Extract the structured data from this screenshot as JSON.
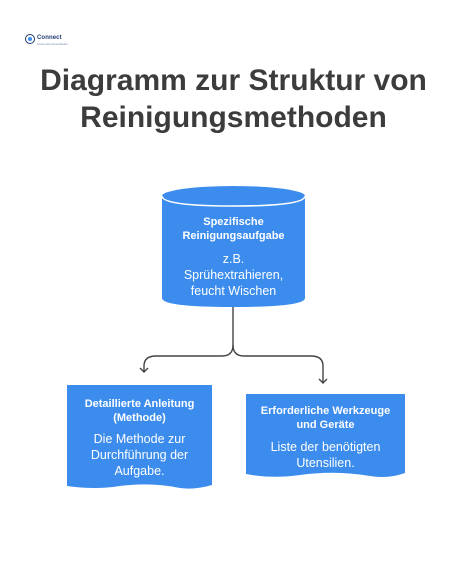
{
  "brand": {
    "name": "Connect",
    "tagline": "Unternehmenssoftware"
  },
  "title": {
    "line1": "Diagramm zur Struktur von",
    "line2": "Reinigungsmethoden"
  },
  "nodes": {
    "top": {
      "heading_line1": "Spezifische",
      "heading_line2": "Reinigungsaufgabe",
      "body_line1": "z.B.",
      "body_line2": "Sprühextrahieren,",
      "body_line3": "feucht Wischen"
    },
    "left": {
      "heading_line1": "Detaillierte Anleitung",
      "heading_line2": "(Methode)",
      "body_line1": "Die Methode zur",
      "body_line2": "Durchführung der",
      "body_line3": "Aufgabe."
    },
    "right": {
      "heading_line1": "Erforderliche Werkzeuge",
      "heading_line2": "und Geräte",
      "body_line1": "Liste der benötigten",
      "body_line2": "Utensilien."
    }
  },
  "colors": {
    "node_fill": "#3b8ced",
    "connector": "#444444",
    "title": "#3c3c3c"
  }
}
